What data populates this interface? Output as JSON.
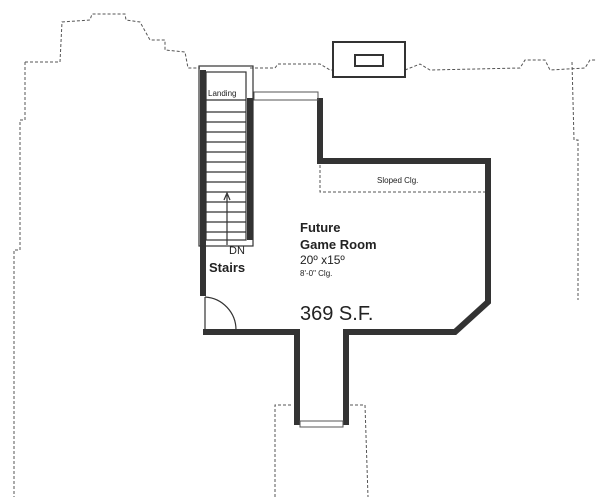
{
  "plan": {
    "room_name_line1": "Future",
    "room_name_line2": "Game Room",
    "room_dims": "20º x15º",
    "ceiling_height": "8'-0\" Clg.",
    "area": "369 S.F.",
    "sloped_ceiling": "Sloped Clg.",
    "landing": "Landing",
    "stairs_direction": "DN",
    "stairs": "Stairs"
  },
  "colors": {
    "wall": "#333333",
    "line": "#555555",
    "background": "#ffffff"
  }
}
